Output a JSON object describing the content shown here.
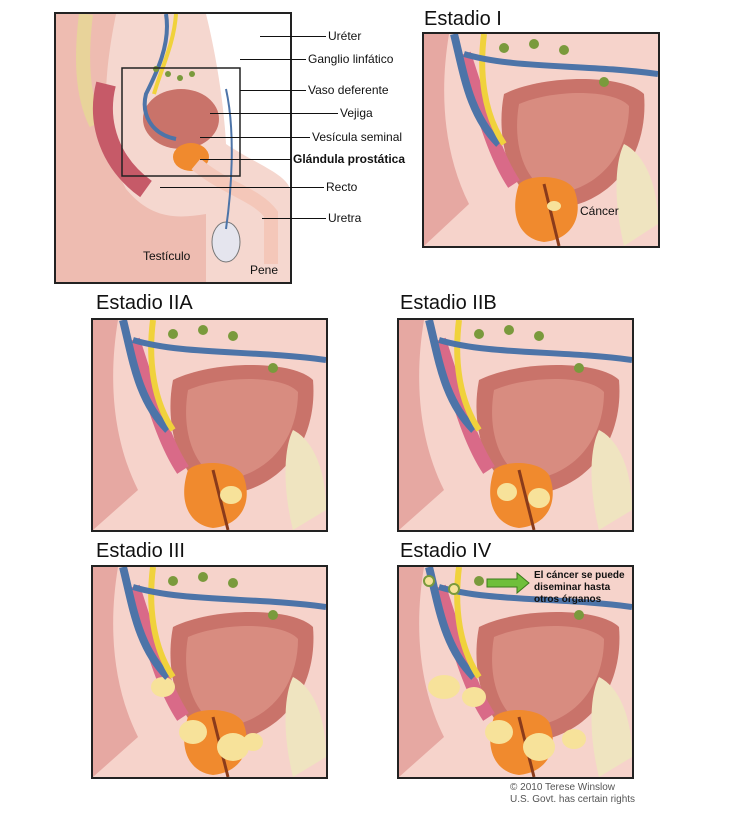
{
  "overview": {
    "labels": {
      "ureter": "Uréter",
      "lymph_node": "Ganglio linfático",
      "vas_deferens": "Vaso deferente",
      "bladder": "Vejiga",
      "seminal_vesicle": "Vesícula seminal",
      "prostate": "Glándula prostática",
      "rectum": "Recto",
      "urethra": "Uretra",
      "testicle": "Testículo",
      "penis": "Pene"
    }
  },
  "stages": {
    "stage_1": {
      "title": "Estadio I",
      "cancer_label": "Cáncer"
    },
    "stage_2a": {
      "title": "Estadio IIA"
    },
    "stage_2b": {
      "title": "Estadio IIB"
    },
    "stage_3": {
      "title": "Estadio III"
    },
    "stage_4": {
      "title": "Estadio IV",
      "callout_lines": [
        "El cáncer se puede",
        "diseminar hasta",
        "otros órganos"
      ]
    }
  },
  "credit": {
    "line1": "© 2010 Terese Winslow",
    "line2": "U.S. Govt. has certain rights"
  },
  "colors": {
    "tissue": "#f2c9c0",
    "bladder": "#c9736a",
    "prostate": "#f08a2e",
    "vessel_blue": "#4d74a8",
    "ureter_yellow": "#f0d23c",
    "lymph_green": "#7a9a3c",
    "seminal_pink": "#d96a88",
    "cancer_cells": "#f7e29a"
  }
}
